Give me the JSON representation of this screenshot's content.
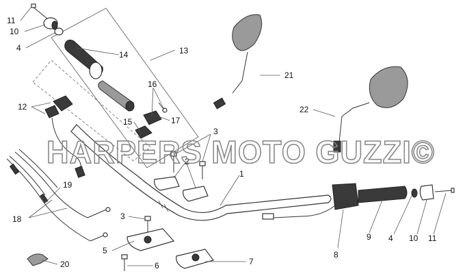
{
  "watermark": "HARPERS MOTO GUZZI©",
  "callouts": [
    {
      "id": "c11a",
      "text": "11"
    },
    {
      "id": "c10a",
      "text": "10"
    },
    {
      "id": "c4a",
      "text": "4"
    },
    {
      "id": "c14",
      "text": "14"
    },
    {
      "id": "c13",
      "text": "13"
    },
    {
      "id": "c12",
      "text": "12"
    },
    {
      "id": "c16",
      "text": "16"
    },
    {
      "id": "c15",
      "text": "15"
    },
    {
      "id": "c17",
      "text": "17"
    },
    {
      "id": "c3a",
      "text": "3"
    },
    {
      "id": "c21",
      "text": "21"
    },
    {
      "id": "c22",
      "text": "22"
    },
    {
      "id": "c2",
      "text": "2"
    },
    {
      "id": "c1",
      "text": "1"
    },
    {
      "id": "c19",
      "text": "19"
    },
    {
      "id": "c18",
      "text": "18"
    },
    {
      "id": "c3b",
      "text": "3"
    },
    {
      "id": "c5",
      "text": "5"
    },
    {
      "id": "c6",
      "text": "6"
    },
    {
      "id": "c7",
      "text": "7"
    },
    {
      "id": "c20",
      "text": "20"
    },
    {
      "id": "c8",
      "text": "8"
    },
    {
      "id": "c9",
      "text": "9"
    },
    {
      "id": "c4b",
      "text": "4"
    },
    {
      "id": "c10b",
      "text": "10"
    },
    {
      "id": "c11b",
      "text": "11"
    }
  ]
}
